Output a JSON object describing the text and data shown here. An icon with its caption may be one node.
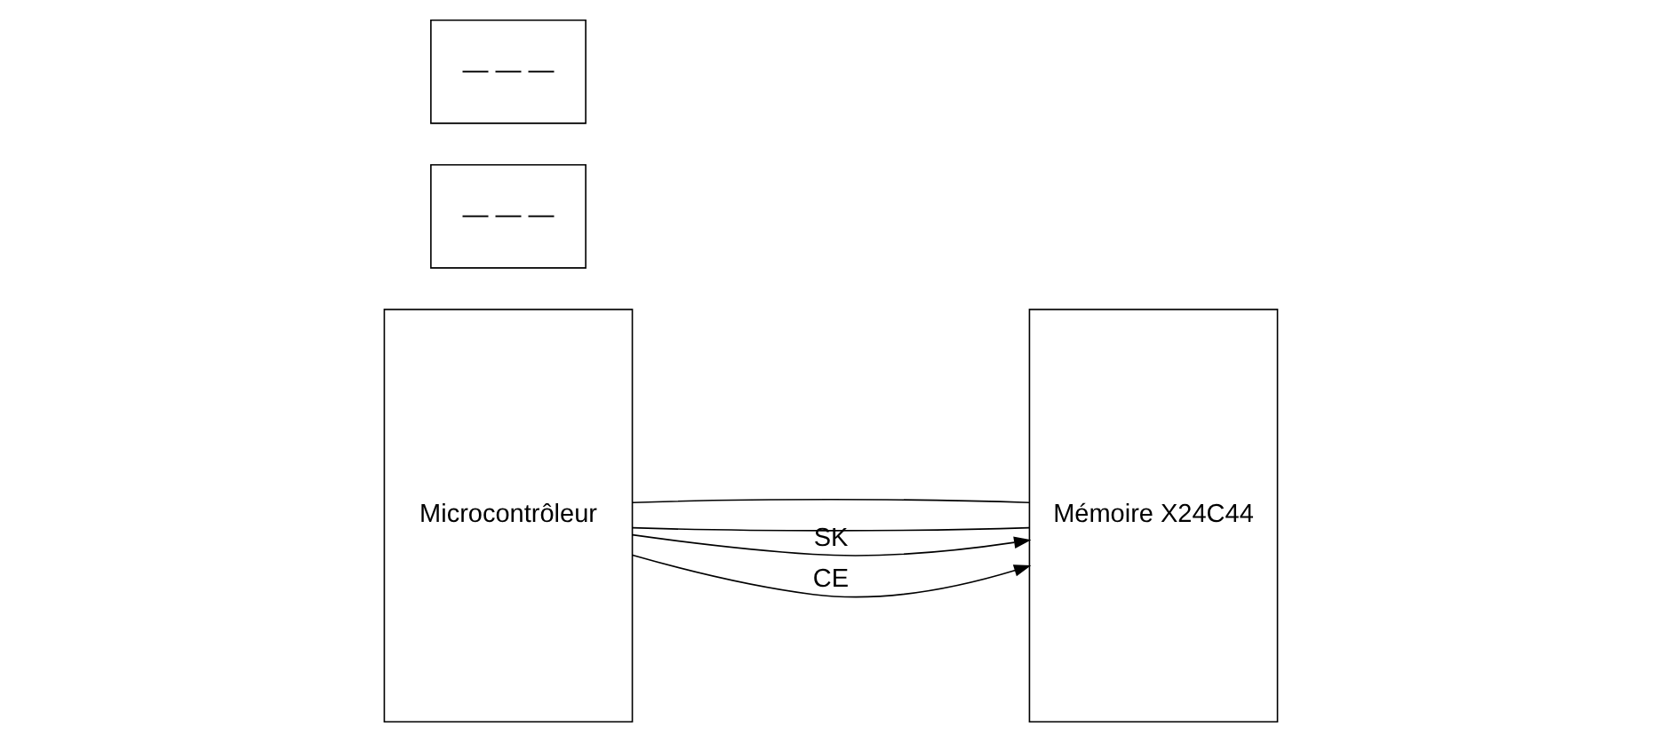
{
  "diagram": {
    "nodes": [
      {
        "text": [
          "Microcontrôleur"
        ]
      },
      {
        "text": [
          "— — —"
        ]
      },
      {
        "text": [
          "Mémoire X24C44"
        ]
      },
      {
        "text": [
          "— — —"
        ]
      }
    ],
    "edges": [
      {
        "from": 0,
        "to": 2,
        "arrow": "none"
      },
      {
        "from": 0,
        "to": 2,
        "arrow": "none"
      },
      {
        "from": 0,
        "to": 2,
        "label": "SK",
        "arrow": "to"
      },
      {
        "from": 0,
        "to": 2,
        "label": "CE",
        "arrow": "to"
      }
    ]
  }
}
